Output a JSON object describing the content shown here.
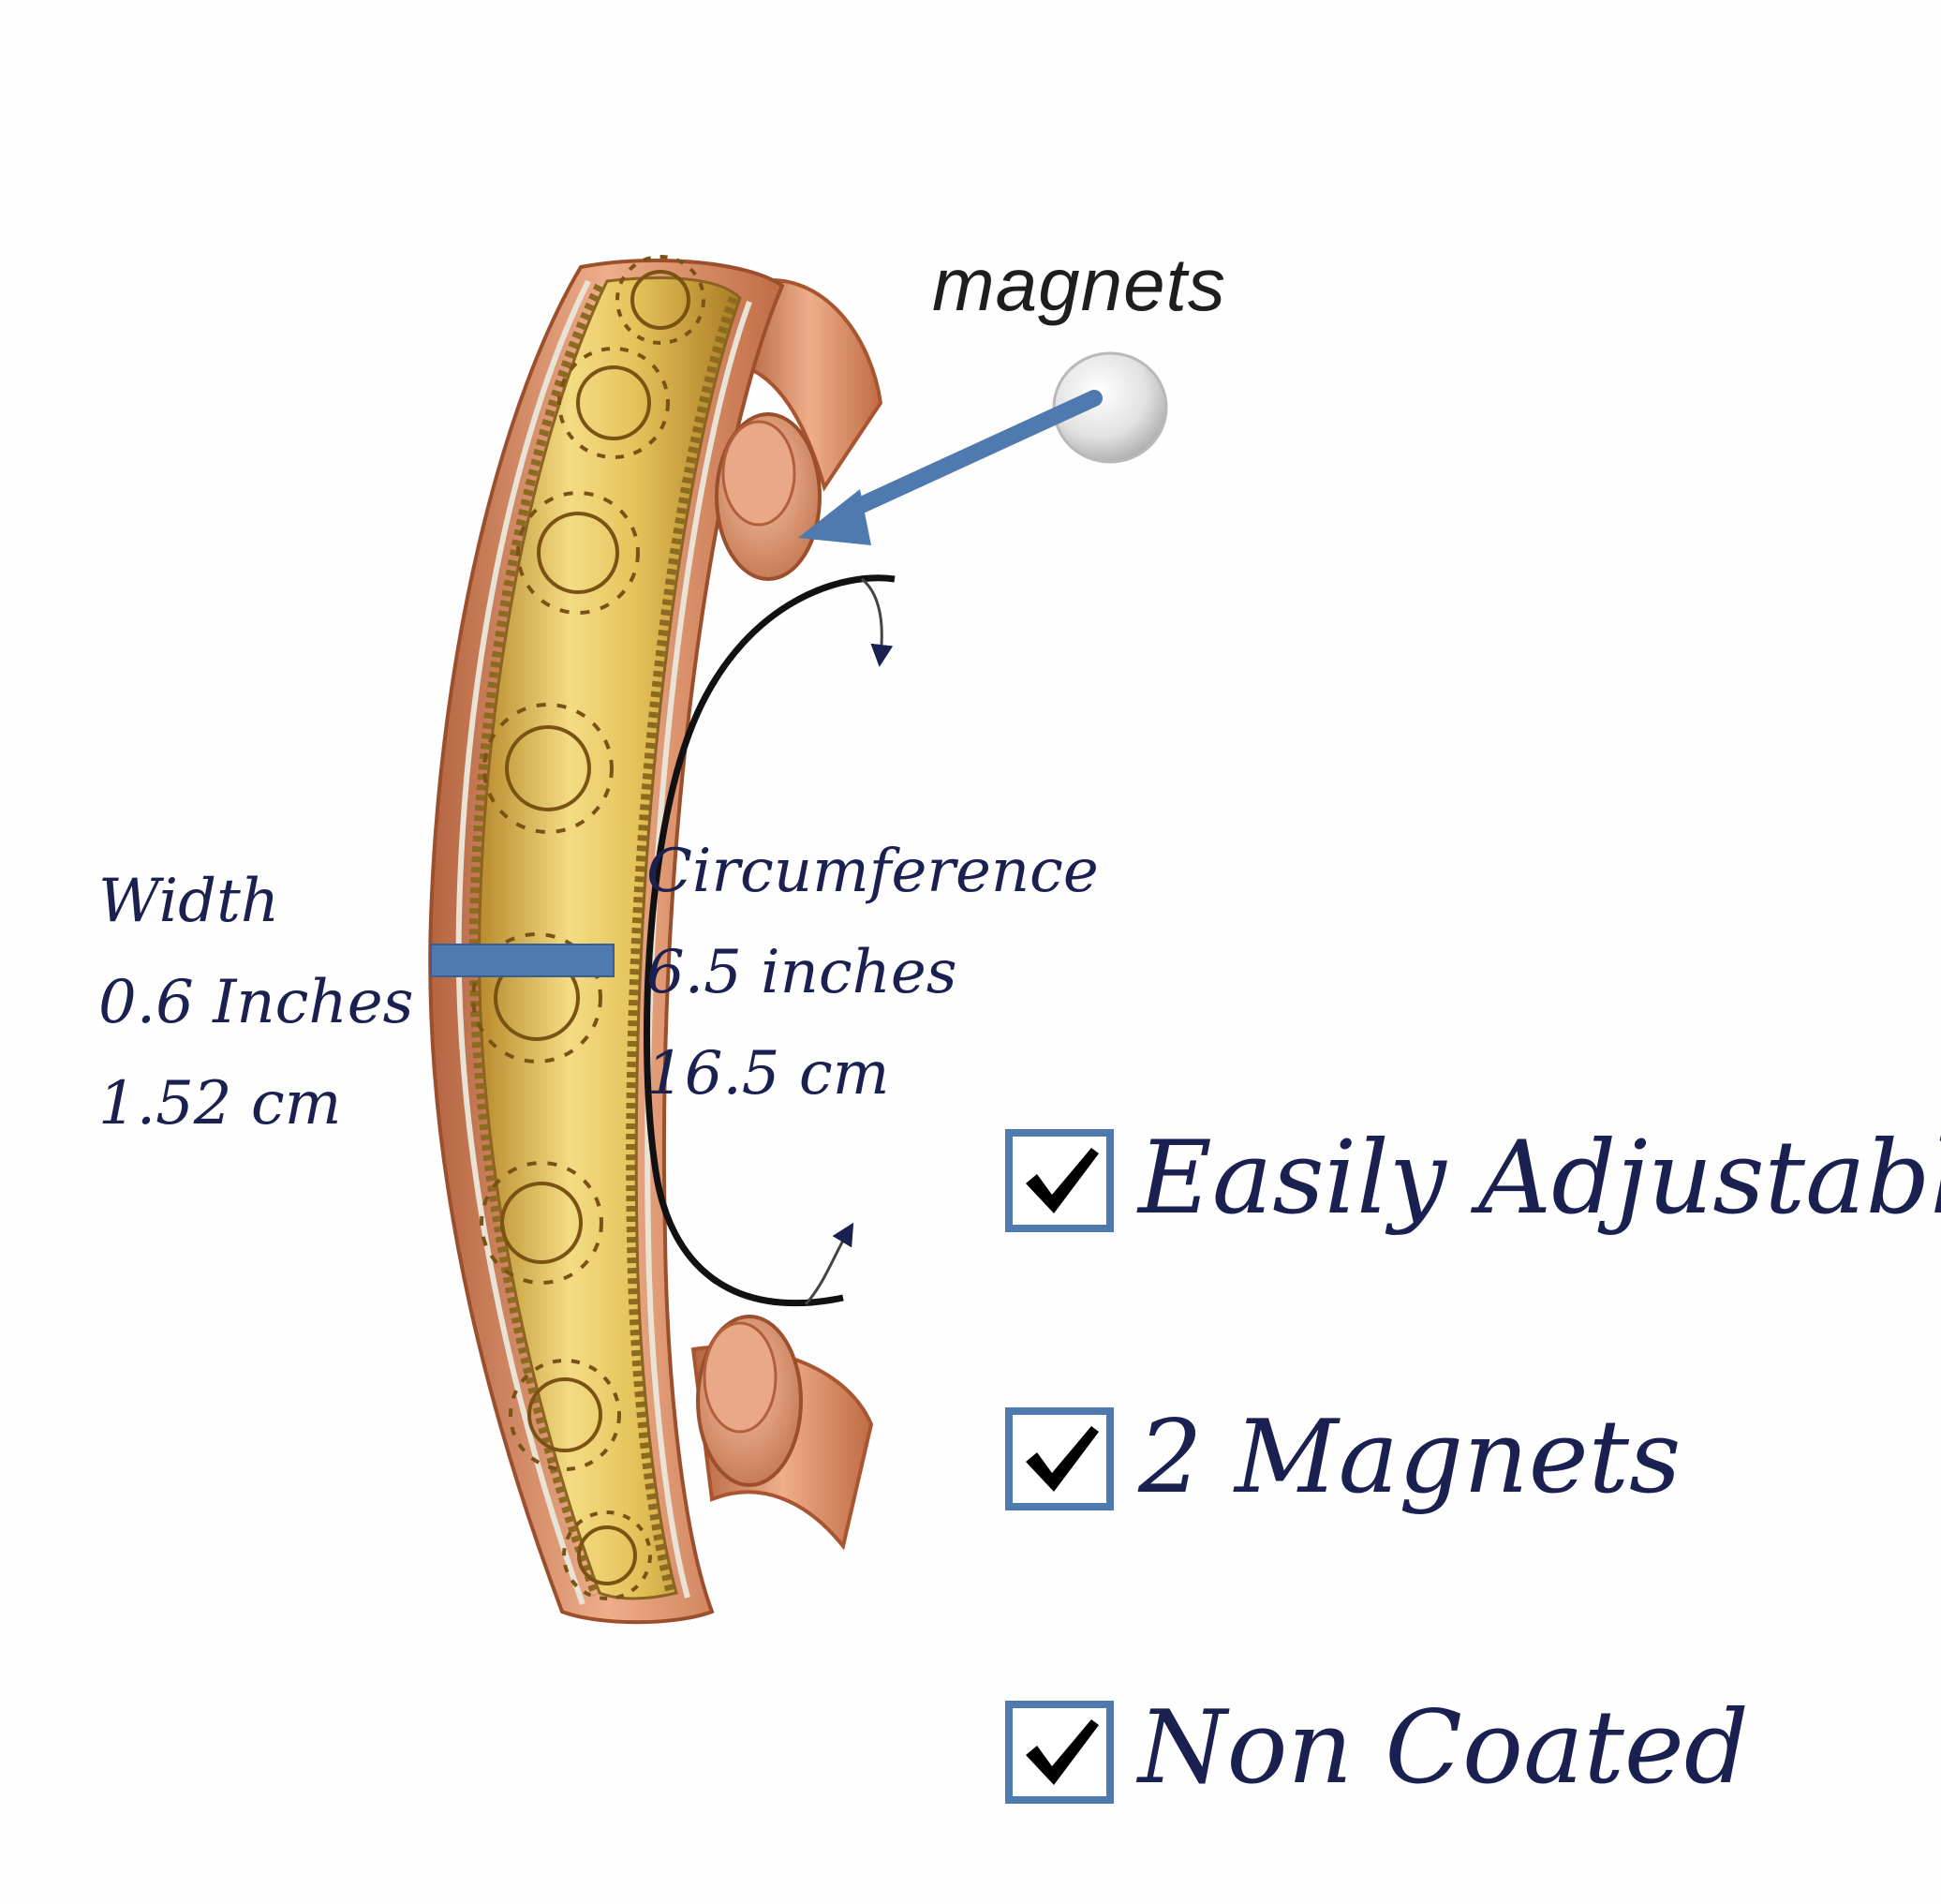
{
  "callout": {
    "magnets_label": "magnets"
  },
  "width_info": {
    "heading": "Width",
    "inches": "0.6 Inches",
    "cm": "1.52 cm"
  },
  "circumference_info": {
    "heading": "Circumference",
    "inches": "6.5 inches",
    "cm": "16.5 cm"
  },
  "features": [
    {
      "label": "Easily Adjustable",
      "checked": true
    },
    {
      "label": "2 Magnets",
      "checked": true
    },
    {
      "label": "Non Coated",
      "checked": true
    }
  ],
  "colors": {
    "text_navy": "#1a2050",
    "measure_blue": "#4f7ab0",
    "copper": "#d98c64",
    "brass": "#e2c35a"
  },
  "icons": [
    "magnet-disc-icon",
    "checkmark-icon"
  ]
}
